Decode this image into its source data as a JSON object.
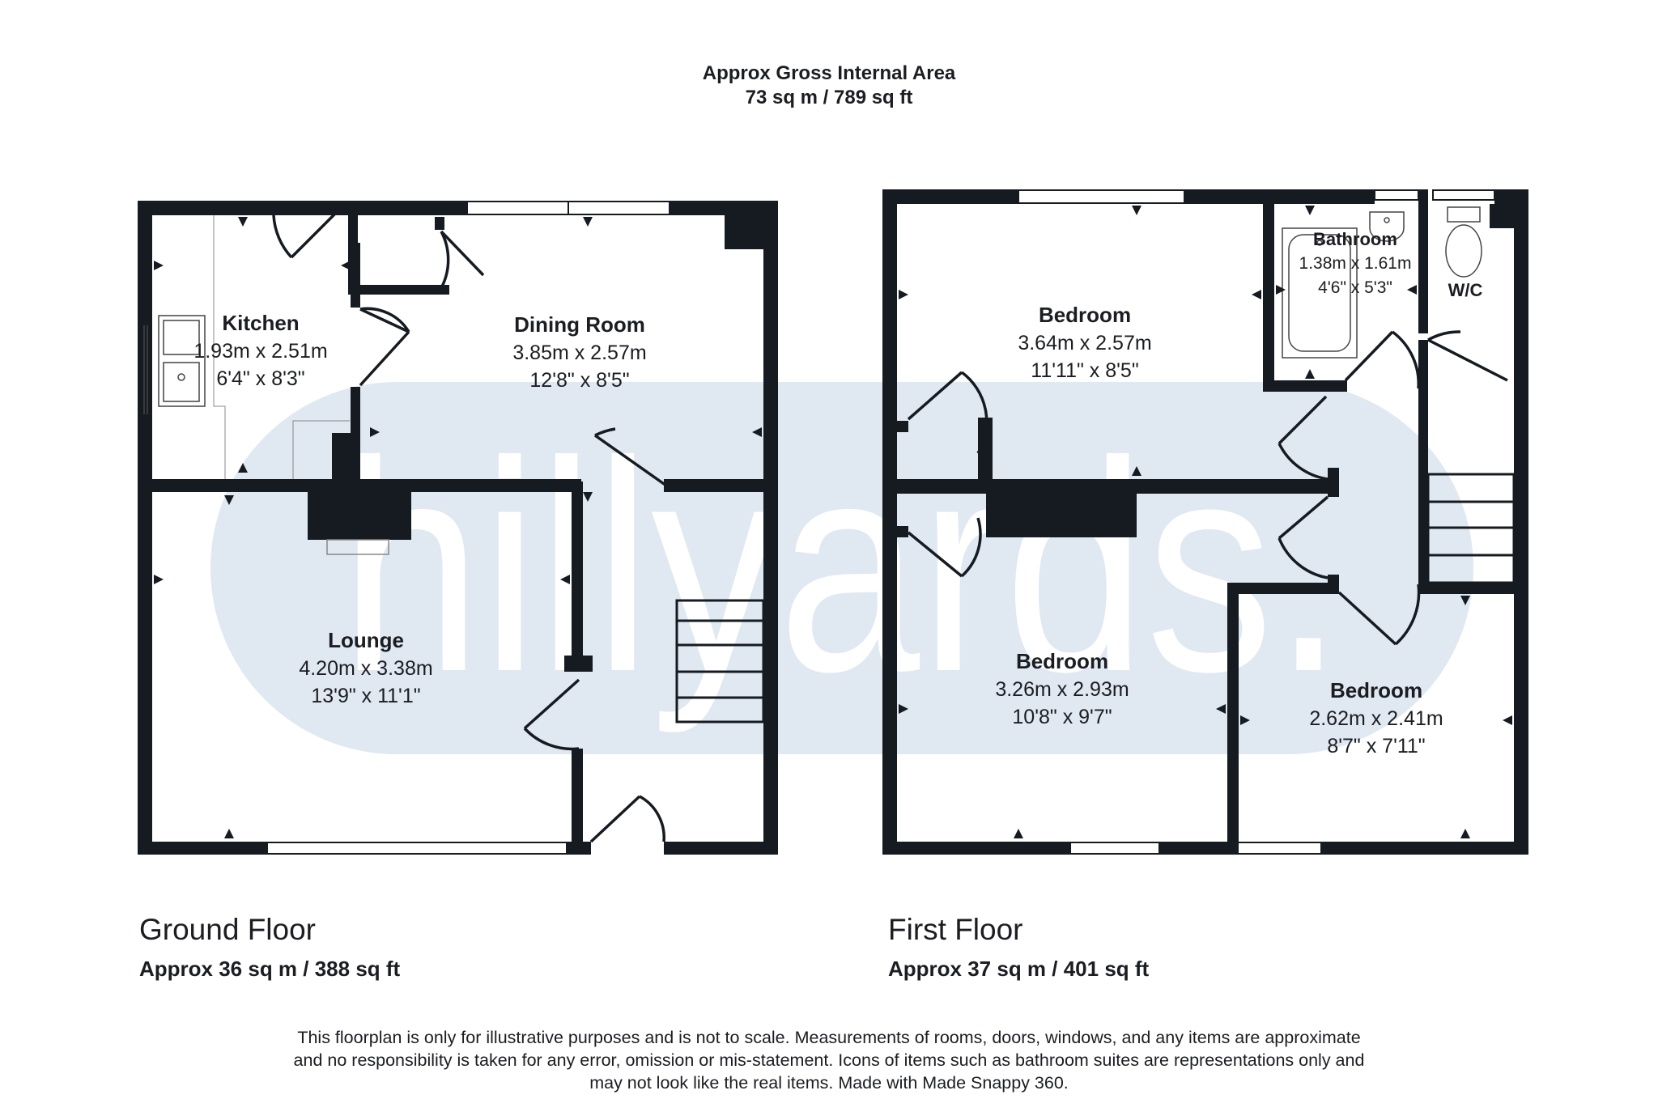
{
  "header": {
    "line1": "Approx Gross Internal Area",
    "line2": "73 sq m / 789 sq ft"
  },
  "watermark": {
    "text": "hillyards.",
    "color": "#e0e8f1"
  },
  "colors": {
    "wall": "#161a21",
    "text": "#1b1d22"
  },
  "ground_floor": {
    "name": "Ground Floor",
    "area": "Approx 36 sq m / 388 sq ft",
    "rooms": {
      "kitchen": {
        "name": "Kitchen",
        "metric": "1.93m x 2.51m",
        "imperial": "6'4\" x 8'3\""
      },
      "dining": {
        "name": "Dining Room",
        "metric": "3.85m x 2.57m",
        "imperial": "12'8\" x 8'5\""
      },
      "lounge": {
        "name": "Lounge",
        "metric": "4.20m x 3.38m",
        "imperial": "13'9\" x 11'1\""
      }
    }
  },
  "first_floor": {
    "name": "First Floor",
    "area": "Approx 37 sq m / 401 sq ft",
    "rooms": {
      "bedroom1": {
        "name": "Bedroom",
        "metric": "3.64m x 2.57m",
        "imperial": "11'11\" x 8'5\""
      },
      "bathroom": {
        "name": "Bathroom",
        "metric": "1.38m x 1.61m",
        "imperial": "4'6\" x 5'3\""
      },
      "wc": {
        "name": "W/C"
      },
      "bedroom2": {
        "name": "Bedroom",
        "metric": "3.26m x 2.93m",
        "imperial": "10'8\" x 9'7\""
      },
      "bedroom3": {
        "name": "Bedroom",
        "metric": "2.62m x 2.41m",
        "imperial": "8'7\" x 7'11\""
      }
    }
  },
  "disclaimer": {
    "line1": "This floorplan is only for illustrative purposes and is not to scale. Measurements of rooms, doors, windows, and any items are approximate",
    "line2": "and no responsibility is taken for any error, omission or mis-statement. Icons of items such as bathroom suites are representations only and",
    "line3": "may not look like the real items. Made with Made Snappy 360."
  }
}
